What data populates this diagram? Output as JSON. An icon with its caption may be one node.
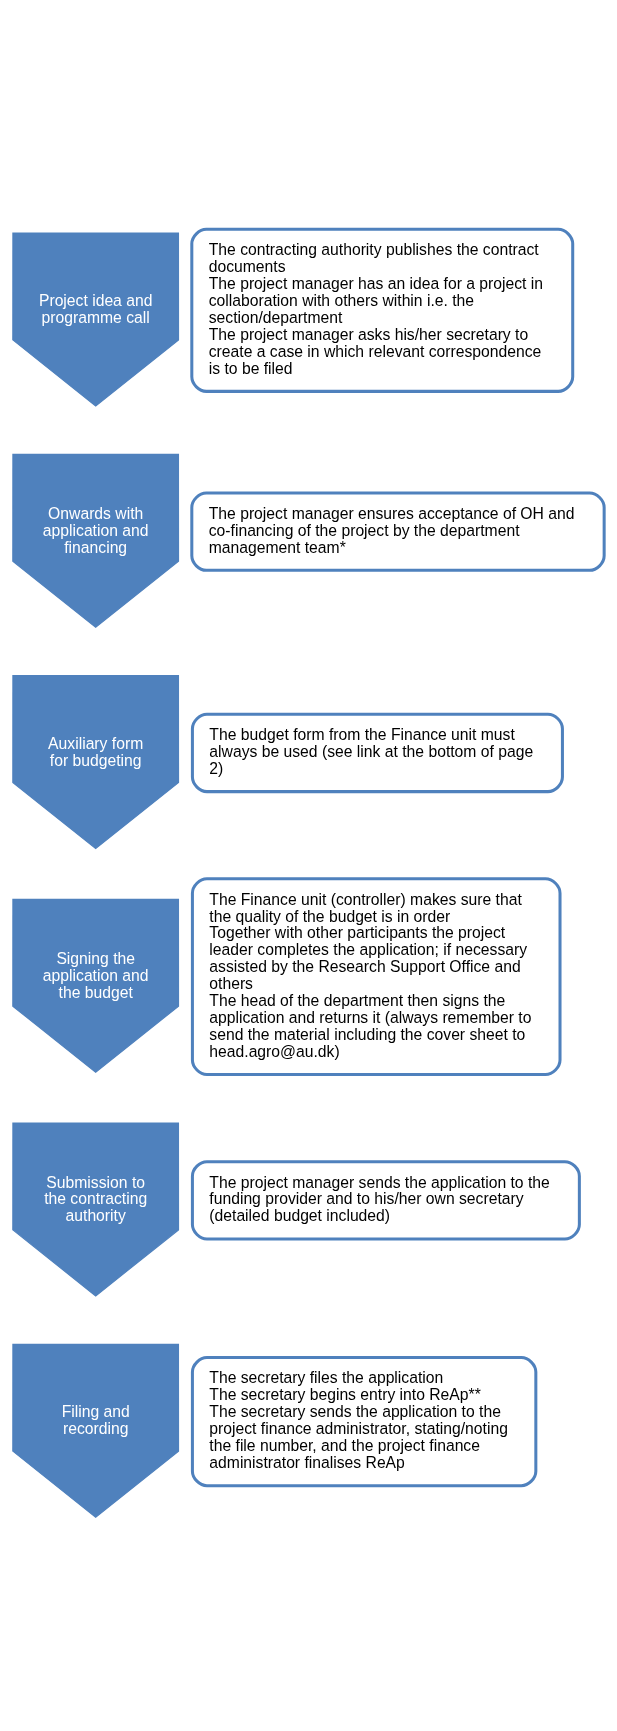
{
  "diagram": {
    "nodes": [
      {
        "text": [
          "Project idea and programme call"
        ]
      },
      {
        "text": [
          "The contracting authority publishes the contract documents",
          "The project manager has an idea for a project in collaboration with others within i.e. the section/department",
          "The project manager asks his/her secretary to create a case in which relevant correspondence is to be filed"
        ]
      },
      {
        "text": [
          "Onwards with application and financing"
        ]
      },
      {
        "text": [
          "The project manager ensures acceptance of OH and co-financing of the project by the department management team*"
        ]
      },
      {
        "text": [
          "Auxiliary form for budgeting"
        ]
      },
      {
        "text": [
          "The budget form from the Finance unit must always be used (see link at the bottom of page 2)"
        ]
      },
      {
        "text": [
          "Signing the application and the budget"
        ]
      },
      {
        "text": [
          "The Finance unit (controller) makes sure that the quality of the budget is in order",
          "Together with other participants the project leader completes the application; if necessary assisted by the Research Support Office and others",
          "The head of the department then signs the application and returns it (always remember to send the material including the cover sheet to head.agro@au.dk)"
        ]
      },
      {
        "text": [
          "Submission to the contracting authority"
        ]
      },
      {
        "text": [
          "The project manager sends the application to the funding provider and to his/her own secretary (detailed budget included)"
        ]
      },
      {
        "text": [
          "Filing and recording"
        ]
      },
      {
        "text": [
          "The secretary files the application",
          "The secretary begins entry into ReAp**",
          "The secretary sends the application to the project finance administrator, stating/noting the file number, and the project finance administrator finalises ReAp"
        ]
      }
    ],
    "edges": []
  }
}
